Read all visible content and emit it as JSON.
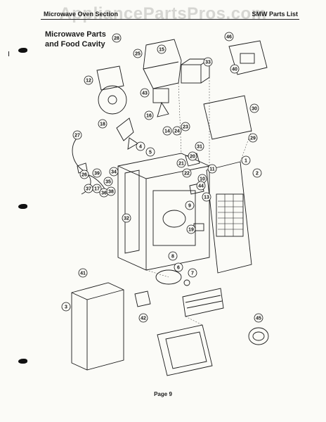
{
  "watermark": "AppliancePartsPros.com",
  "header": {
    "section": "Microwave Oven Section",
    "list": "SMW Parts List"
  },
  "title": {
    "line1": "Microwave Parts",
    "line2": "and Food Cavity"
  },
  "footer": {
    "page": "Page 9"
  },
  "callouts": [
    "1",
    "2",
    "3",
    "4",
    "5",
    "6",
    "7",
    "8",
    "9",
    "10",
    "11",
    "12",
    "13",
    "14",
    "15",
    "16",
    "17",
    "18",
    "19",
    "20",
    "21",
    "22",
    "23",
    "24",
    "25",
    "26",
    "27",
    "28",
    "29",
    "30",
    "31",
    "32",
    "33",
    "34",
    "35",
    "36",
    "37",
    "38",
    "39",
    "40",
    "41",
    "42",
    "43",
    "44",
    "45",
    "46"
  ]
}
